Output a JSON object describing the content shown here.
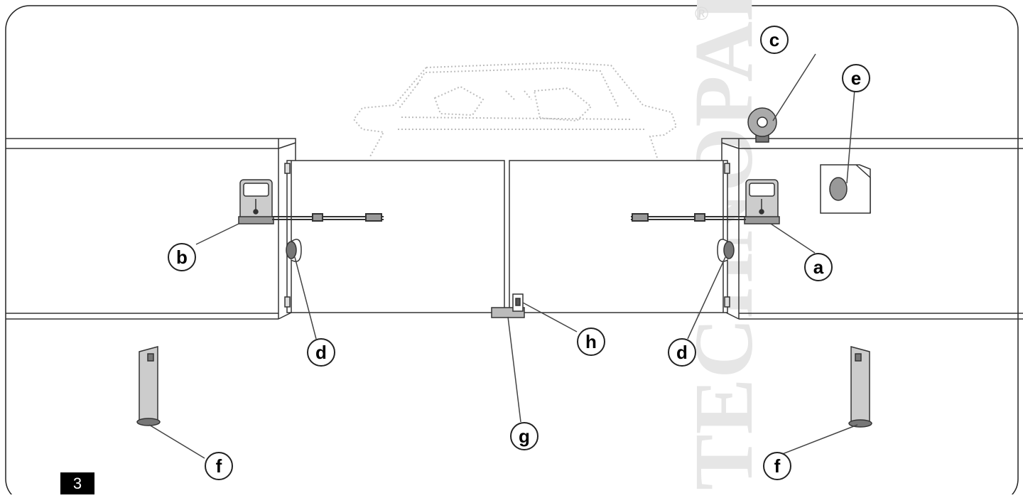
{
  "watermark": "TECHNOPARK",
  "watermark_mark": "®",
  "figure_number": "3",
  "callouts": {
    "a": "a",
    "b": "b",
    "c": "c",
    "d_left": "d",
    "d_right": "d",
    "e": "e",
    "f_left": "f",
    "f_right": "f",
    "g": "g",
    "h": "h"
  },
  "colors": {
    "line": "#333333",
    "fill_gray": "#c8c8c8",
    "watermark": "#e6e6e6"
  }
}
